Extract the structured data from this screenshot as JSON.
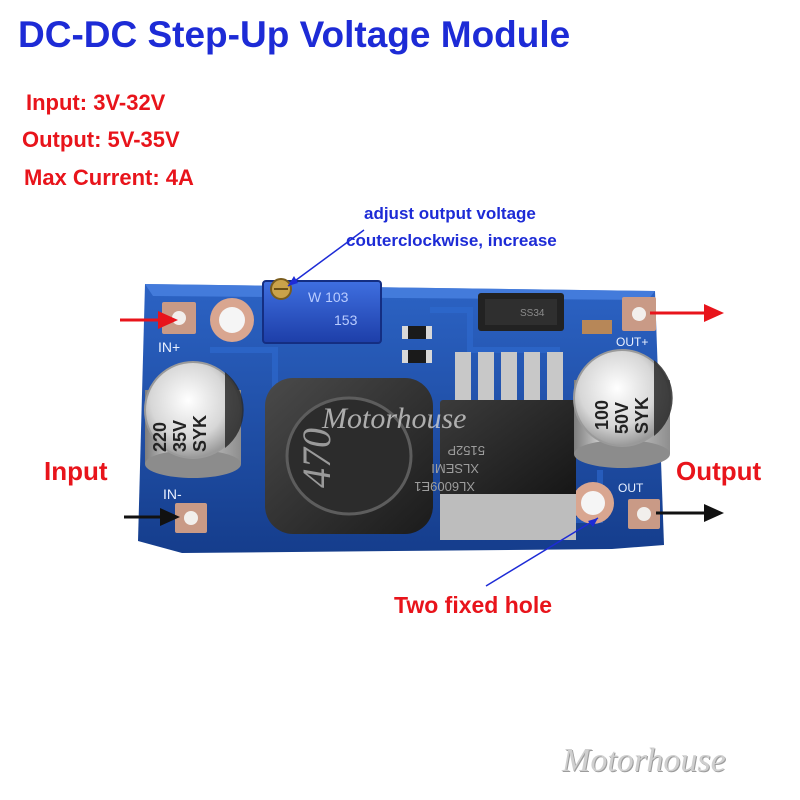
{
  "title": "DC-DC Step-Up Voltage Module",
  "specs": [
    "Input: 3V-32V",
    "Output: 5V-35V",
    "Max Current: 4A"
  ],
  "adjust_note": {
    "line1": "adjust output voltage",
    "line2": "couterclockwise, increase"
  },
  "side_labels": {
    "input": "Input",
    "output": "Output"
  },
  "holes_note": "Two fixed hole",
  "board": {
    "pins": {
      "in_plus": "IN+",
      "in_minus": "IN-",
      "out_plus": "OUT+",
      "out_minus": "OUT"
    },
    "pot_marking": [
      "W 103",
      "153"
    ],
    "cap_input": [
      "220",
      "35V",
      "SYK"
    ],
    "cap_output": [
      "100",
      "50V",
      "SYK"
    ],
    "inductor_marking": "470",
    "ic_marking": [
      "XL6009E1",
      "XLSEMI",
      "5152P"
    ],
    "diode_marking": "SS34",
    "board_watermark": "Motorhouse"
  },
  "watermark": "Motorhouse",
  "colors": {
    "title": "#1d2bd6",
    "spec_text": "#e8141b",
    "arrow_red": "#e8141b",
    "arrow_black": "#111111",
    "pcb_blue": "#1a4fa8"
  }
}
